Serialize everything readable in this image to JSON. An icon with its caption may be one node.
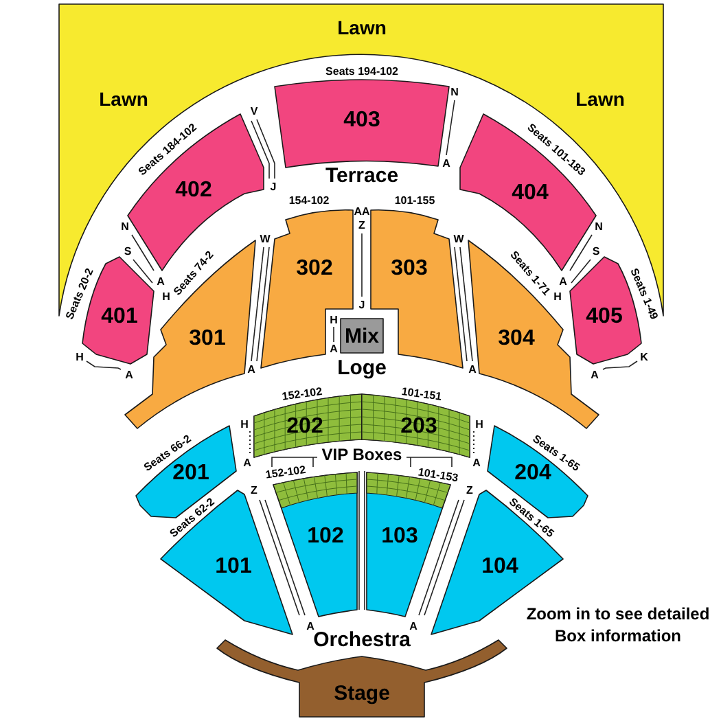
{
  "diagram": {
    "nodes": [
      {
        "text": [
          "Lawn",
          "Lawn",
          "Lawn"
        ]
      },
      {
        "text": [
          "403"
        ],
        "beside": [
          "Seats 194-102"
        ]
      },
      {
        "text": [
          "402"
        ],
        "beside": [
          "Seats 184-102"
        ]
      },
      {
        "text": [
          "404"
        ],
        "beside": [
          "Seats 101-183"
        ]
      },
      {
        "text": [
          "302"
        ],
        "beside": [
          "154-102"
        ]
      },
      {
        "text": [
          "303"
        ],
        "beside": [
          "101-155"
        ]
      },
      {
        "text": [
          "401"
        ],
        "beside": [
          "Seats 20-2"
        ]
      },
      {
        "text": [
          "301"
        ],
        "beside": [
          "Seats 74-2"
        ]
      },
      {
        "text": [
          "304"
        ],
        "beside": [
          "Seats 1-71"
        ]
      },
      {
        "text": [
          "405"
        ],
        "beside": [
          "Seats 1-49"
        ]
      },
      {
        "text": [
          "Mix"
        ]
      },
      {
        "text": [
          "202"
        ],
        "beside": [
          "152-102"
        ]
      },
      {
        "text": [
          "203"
        ],
        "beside": [
          "101-151"
        ]
      },
      {
        "text": [
          "201"
        ],
        "beside": [
          "Seats 66-2"
        ]
      },
      {
        "text": [
          "204"
        ],
        "beside": [
          "Seats 1-65"
        ]
      },
      {
        "text": [
          "102"
        ],
        "beside": [
          "152-102"
        ]
      },
      {
        "text": [
          "103"
        ],
        "beside": [
          "101-153"
        ]
      },
      {
        "text": [
          "101"
        ],
        "beside": [
          "Seats 62-2"
        ]
      },
      {
        "text": [
          "104"
        ],
        "beside": [
          "Seats 1-65"
        ]
      },
      {
        "text": [
          "Stage"
        ]
      }
    ],
    "labels": [
      "N",
      "V",
      "A",
      "Terrace",
      "J",
      "AA",
      "N",
      "Z",
      "N",
      "W",
      "W",
      "S",
      "S",
      "A",
      "A",
      "H",
      "H",
      "J",
      "H",
      "A",
      "H",
      "K",
      "A",
      "A",
      "Loge",
      "A",
      "A",
      "H",
      "H",
      "VIP Boxes",
      "A",
      "A",
      "Z",
      "Z",
      "Zoom in to see detailed Box information",
      "A",
      "A",
      "Orchestra"
    ]
  }
}
